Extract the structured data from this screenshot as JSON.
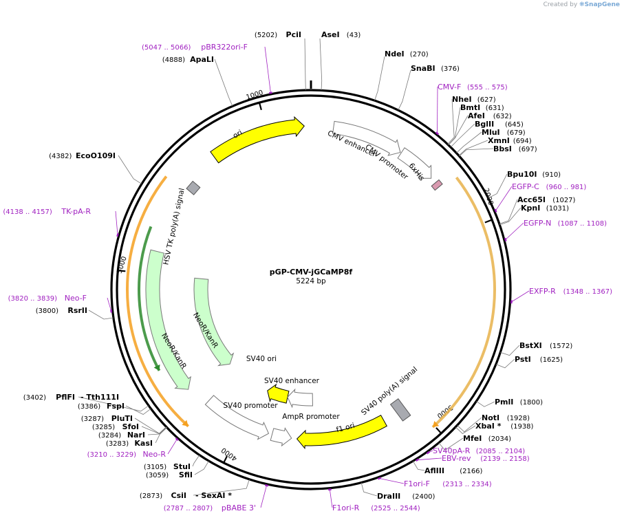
{
  "credit": {
    "prefix": "Created by",
    "brand": "SnapGene"
  },
  "plasmid": {
    "name": "pGP-CMV-jGCaMP8f",
    "size": "5224 bp",
    "length": 5224
  },
  "ticks": [
    {
      "pos": 1000,
      "label": "1000"
    },
    {
      "pos": 2000,
      "label": "2000"
    },
    {
      "pos": 3000,
      "label": "3000"
    },
    {
      "pos": 4000,
      "label": "4000"
    },
    {
      "pos": 5000,
      "label": "5000"
    }
  ],
  "sites": [
    {
      "name": "PciI",
      "pos": "(5202)"
    },
    {
      "name": "AseI",
      "pos": "(43)"
    },
    {
      "name": "NdeI",
      "pos": "(270)"
    },
    {
      "name": "SnaBI",
      "pos": "(376)"
    },
    {
      "name": "NheI",
      "pos": "(627)"
    },
    {
      "name": "BmtI",
      "pos": "(631)"
    },
    {
      "name": "AfeI",
      "pos": "(632)"
    },
    {
      "name": "BglII",
      "pos": "(645)"
    },
    {
      "name": "MluI",
      "pos": "(679)"
    },
    {
      "name": "XmnI",
      "pos": "(694)"
    },
    {
      "name": "BbsI",
      "pos": "(697)"
    },
    {
      "name": "Bpu10I",
      "pos": "(910)"
    },
    {
      "name": "Acc65I",
      "pos": "(1027)"
    },
    {
      "name": "KpnI",
      "pos": "(1031)"
    },
    {
      "name": "BstXI",
      "pos": "(1572)"
    },
    {
      "name": "PstI",
      "pos": "(1625)"
    },
    {
      "name": "PmlI",
      "pos": "(1800)"
    },
    {
      "name": "NotI",
      "pos": "(1928)"
    },
    {
      "name": "XbaI *",
      "pos": "(1938)"
    },
    {
      "name": "MfeI",
      "pos": "(2034)"
    },
    {
      "name": "AflIII",
      "pos": "(2166)"
    },
    {
      "name": "DraIII",
      "pos": "(2400)"
    },
    {
      "name": "CsiI",
      "pos": "(2873)"
    },
    {
      "name": "SexAI *",
      "pos": ""
    },
    {
      "name": "SfiI",
      "pos": "(3059)"
    },
    {
      "name": "StuI",
      "pos": "(3105)"
    },
    {
      "name": "KasI",
      "pos": "(3283)"
    },
    {
      "name": "NarI",
      "pos": "(3284)"
    },
    {
      "name": "SfoI",
      "pos": "(3285)"
    },
    {
      "name": "PluTI",
      "pos": "(3287)"
    },
    {
      "name": "FspI",
      "pos": "(3386)"
    },
    {
      "name": "PflFI",
      "pos": "(3402)"
    },
    {
      "name": "Tth111I",
      "pos": ""
    },
    {
      "name": "RsrII",
      "pos": "(3800)"
    },
    {
      "name": "EcoO109I",
      "pos": "(4382)"
    },
    {
      "name": "ApaLI",
      "pos": "(4888)"
    }
  ],
  "primers": [
    {
      "name": "pBR322ori-F",
      "range": "(5047 .. 5066)"
    },
    {
      "name": "CMV-F",
      "range": "(555 .. 575)"
    },
    {
      "name": "EGFP-C",
      "range": "(960 .. 981)"
    },
    {
      "name": "EGFP-N",
      "range": "(1087 .. 1108)"
    },
    {
      "name": "EXFP-R",
      "range": "(1348 .. 1367)"
    },
    {
      "name": "SV40pA-R",
      "range": "(2085 .. 2104)"
    },
    {
      "name": "EBV-rev",
      "range": "(2139 .. 2158)"
    },
    {
      "name": "F1ori-F",
      "range": "(2313 .. 2334)"
    },
    {
      "name": "F1ori-R",
      "range": "(2525 .. 2544)"
    },
    {
      "name": "pBABE 3'",
      "range": "(2787 .. 2807)"
    },
    {
      "name": "Neo-R",
      "range": "(3210 .. 3229)"
    },
    {
      "name": "Neo-F",
      "range": "(3820 .. 3839)"
    },
    {
      "name": "TK-pA-R",
      "range": "(4138 .. 4157)"
    }
  ],
  "features": [
    {
      "name": "ori"
    },
    {
      "name": "CMV enhancer"
    },
    {
      "name": "CMV promoter"
    },
    {
      "name": "6xHis"
    },
    {
      "name": "HSV TK poly(A) signal"
    },
    {
      "name": "NeoR/KanR"
    },
    {
      "name": "NeoR/KanR"
    },
    {
      "name": "SV40 ori"
    },
    {
      "name": "SV40 enhancer"
    },
    {
      "name": "SV40 promoter"
    },
    {
      "name": "AmpR promoter"
    },
    {
      "name": "f1 ori"
    },
    {
      "name": "SV40 poly(A) signal"
    }
  ],
  "colors": {
    "backbone": "#000000",
    "ori": "#ffff00",
    "neo": "#ccffcc",
    "promoter": "#ffffff",
    "polyA": "#a8aab0",
    "his": "#d99ab0",
    "orf": "#f4a020",
    "primer": "#a020c0",
    "neoInner": "#2d8a2d"
  }
}
